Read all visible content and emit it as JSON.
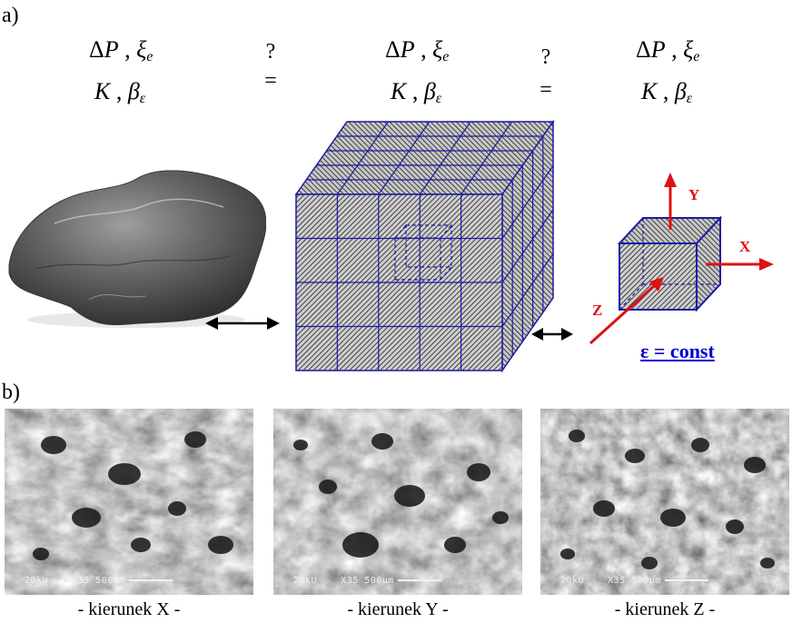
{
  "panels": {
    "a": "a)",
    "b": "b)"
  },
  "formulas": [
    {
      "line1": {
        "delta": "Δ",
        "P": "P",
        "sep": " , ",
        "xi": "ξ",
        "xi_sub": "e"
      },
      "line2": {
        "K": "K",
        "sep": " , ",
        "beta": "β",
        "beta_sub": "ε"
      }
    },
    {
      "line1": {
        "delta": "Δ",
        "P": "P",
        "sep": " , ",
        "xi": "ξ",
        "xi_sub": "e"
      },
      "line2": {
        "K": "K",
        "sep": " , ",
        "beta": "β",
        "beta_sub": "ε"
      }
    },
    {
      "line1": {
        "delta": "Δ",
        "P": "P",
        "sep": " , ",
        "xi": "ξ",
        "xi_sub": "e"
      },
      "line2": {
        "K": "K",
        "sep": " , ",
        "beta": "β",
        "beta_sub": "ε"
      }
    }
  ],
  "relations": [
    {
      "question": "?",
      "equals": "="
    },
    {
      "question": "?",
      "equals": "="
    }
  ],
  "axes": {
    "x": "X",
    "y": "Y",
    "z": "Z"
  },
  "epsilon_label": "ε = const",
  "sem_images": [
    {
      "caption": "- kierunek X -",
      "overlay_kv": "20kU",
      "overlay_mag": "X35",
      "overlay_scale": "500μm"
    },
    {
      "caption": "- kierunek Y -",
      "overlay_kv": "20kU",
      "overlay_mag": "X35",
      "overlay_scale": "500μm"
    },
    {
      "caption": "- kierunek Z -",
      "overlay_kv": "20kU",
      "overlay_mag": "X35",
      "overlay_scale": "500μm"
    }
  ],
  "colors": {
    "grid_blue": "#1a1aa8",
    "axis_red": "#e01010",
    "label_blue": "#0000cc"
  }
}
